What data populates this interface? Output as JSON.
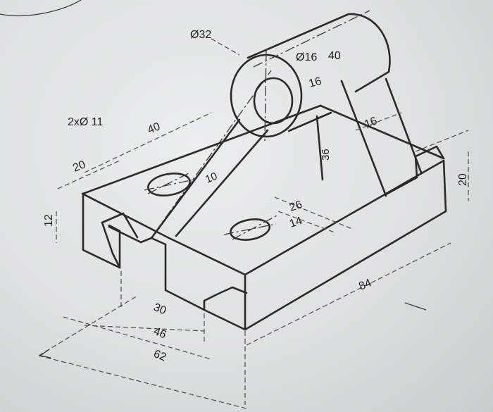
{
  "dimensions": {
    "d_cylinder_outer": "Ø32",
    "d_cylinder_inner": "Ø16",
    "holes": "2xØ 11",
    "len_40_base": "40",
    "len_20_left": "20",
    "len_12": "12",
    "len_10": "10",
    "len_40_top": "40",
    "len_16_top": "16",
    "len_16_rib": "16",
    "len_36": "36",
    "len_26": "26",
    "len_14": "14",
    "len_20_right": "20",
    "len_84": "84",
    "len_30": "30",
    "len_46": "46",
    "len_62": "62"
  }
}
